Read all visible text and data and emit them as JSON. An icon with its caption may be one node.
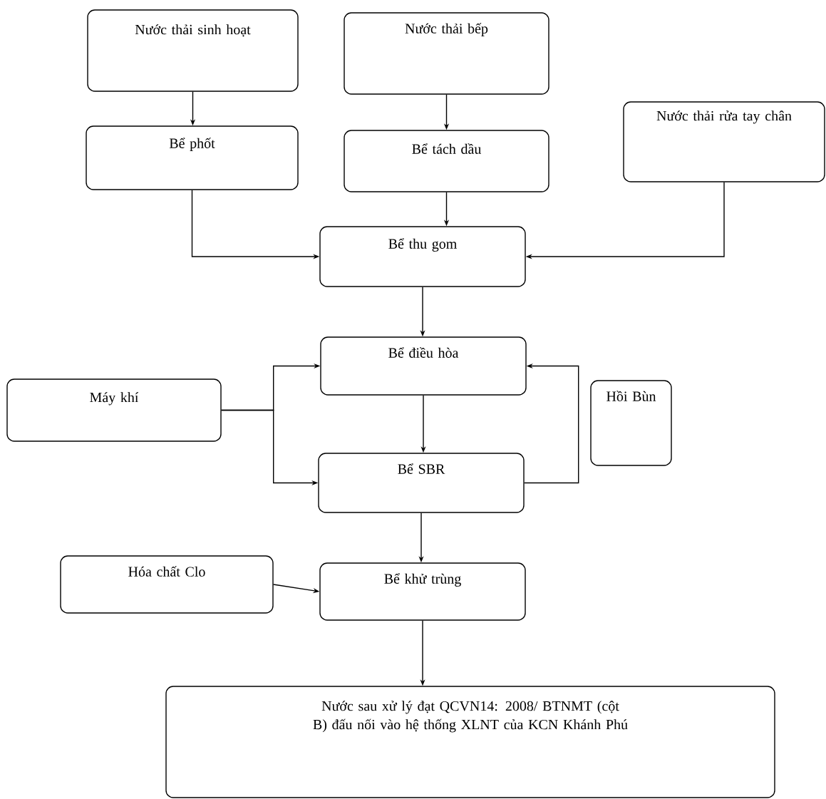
{
  "diagram": {
    "nodes": [
      {
        "text": [
          "Nước thải sinh hoạt"
        ]
      },
      {
        "text": [
          "Nước thải bếp"
        ]
      },
      {
        "text": [
          "Nước thải rửa tay chân"
        ]
      },
      {
        "text": [
          "Bể phốt"
        ]
      },
      {
        "text": [
          "Bể tách dầu"
        ]
      },
      {
        "text": [
          "Bể thu gom"
        ]
      },
      {
        "text": [
          "Bể điều hòa"
        ]
      },
      {
        "text": [
          "Máy khí"
        ]
      },
      {
        "text": [
          "Hồi Bùn"
        ]
      },
      {
        "text": [
          "Bể SBR"
        ]
      },
      {
        "text": [
          "Hóa chất Clo"
        ]
      },
      {
        "text": [
          "Bể khử trùng"
        ]
      },
      {
        "text": [
          "Nước sau xử lý đạt QCVN14: 2008/ BTNMT (cột B) đấu nối vào hệ thống XLNT của KCN Khánh Phú"
        ]
      }
    ],
    "edges": [
      {
        "from": 0,
        "to": 3,
        "arrow": "to"
      },
      {
        "from": 1,
        "to": 4,
        "arrow": "to"
      },
      {
        "from": 3,
        "to": 5,
        "arrow": "to"
      },
      {
        "from": 4,
        "to": 5,
        "arrow": "to"
      },
      {
        "from": 2,
        "to": 5,
        "arrow": "to"
      },
      {
        "from": 5,
        "to": 6,
        "arrow": "to"
      },
      {
        "from": 7,
        "to": 6,
        "arrow": "to"
      },
      {
        "from": 7,
        "to": 9,
        "arrow": "to"
      },
      {
        "from": 6,
        "to": 9,
        "arrow": "to"
      },
      {
        "from": 9,
        "to": 6,
        "arrow": "to"
      },
      {
        "from": 9,
        "to": 11,
        "arrow": "to"
      },
      {
        "from": 10,
        "to": 11,
        "arrow": "to"
      },
      {
        "from": 11,
        "to": 12,
        "arrow": "to"
      }
    ]
  }
}
